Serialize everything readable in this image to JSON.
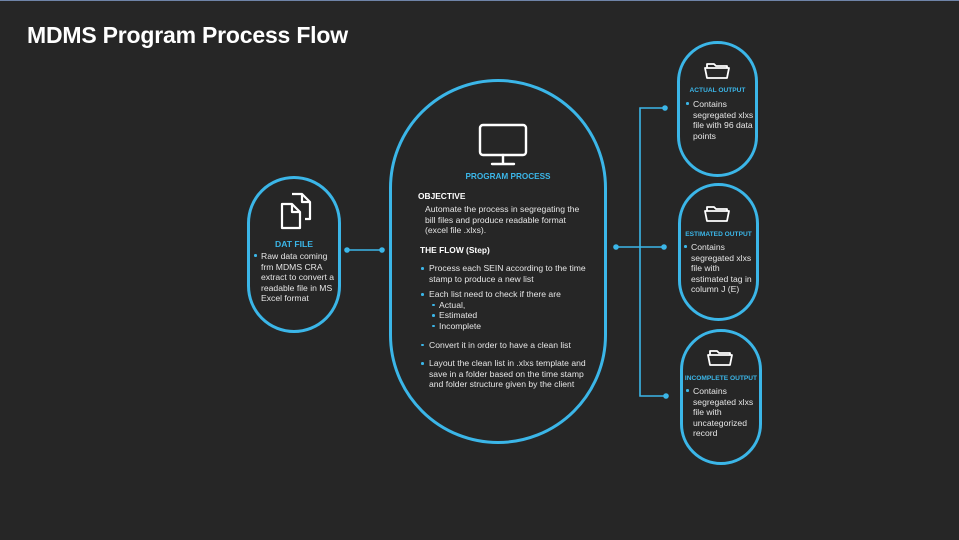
{
  "slide": {
    "title": "MDMS Program Process Flow"
  },
  "colors": {
    "background": "#262626",
    "accent": "#3bb6e8",
    "text": "#e6e6e6",
    "title": "#ffffff"
  },
  "dat_file": {
    "icon": "documents-icon",
    "heading": "DAT FILE",
    "bullets": [
      "Raw data coming frm MDMS  CRA extract to convert a readable file in MS Excel format"
    ]
  },
  "program_process": {
    "icon": "monitor-icon",
    "heading": "PROGRAM PROCESS",
    "objective_label": "OBJECTIVE",
    "objective_text": "Automate the process in segregating the bill files and produce readable format (excel file .xlxs).",
    "flow_label": "THE FLOW (Step)",
    "flow_steps": [
      {
        "text": "Process  each SEIN according  to the time stamp to produce a new list"
      },
      {
        "text": "Each list need to check  if  there  are",
        "sub_items": [
          "Actual,",
          "Estimated",
          "Incomplete"
        ]
      },
      {
        "text": "Convert it in order to have a clean list"
      },
      {
        "text": "Layout  the clean list in .xlxs template and save in a folder based on the time stamp and folder structure given by the client"
      }
    ]
  },
  "outputs": [
    {
      "icon": "folder-icon",
      "heading": "ACTUAL OUTPUT",
      "bullet": "Contains segregated xlxs file with 96 data points"
    },
    {
      "icon": "folder-icon",
      "heading": "ESTIMATED OUTPUT",
      "bullet": "Contains segregated xlxs file with estimated tag in column  J (E)"
    },
    {
      "icon": "folder-icon",
      "heading": "INCOMPLETE OUTPUT",
      "bullet": "Contains segregated xlxs file with uncategorized record"
    }
  ]
}
